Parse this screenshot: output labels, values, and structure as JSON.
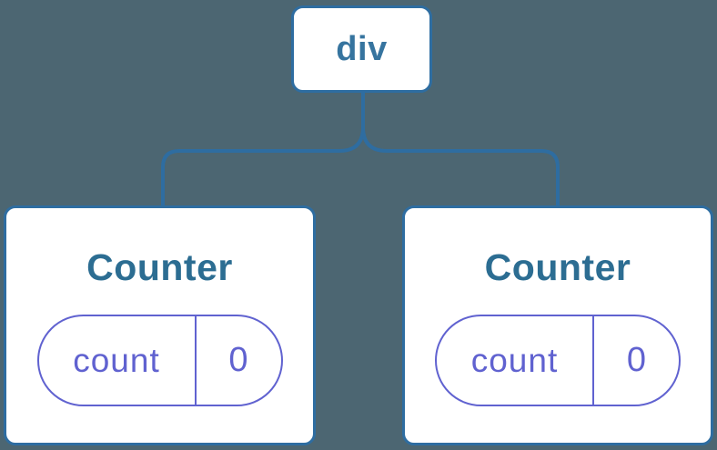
{
  "colors": {
    "background": "#4C6672",
    "line": "#2E6DA1",
    "card_bg": "#ffffff",
    "tag_text": "#36749F",
    "title_text": "#2C6D92",
    "state_accent": "#6062D0"
  },
  "diagram": {
    "type": "component-tree",
    "root": {
      "label": "div"
    },
    "children": [
      {
        "title": "Counter",
        "state": {
          "key": "count",
          "value": "0"
        }
      },
      {
        "title": "Counter",
        "state": {
          "key": "count",
          "value": "0"
        }
      }
    ]
  }
}
